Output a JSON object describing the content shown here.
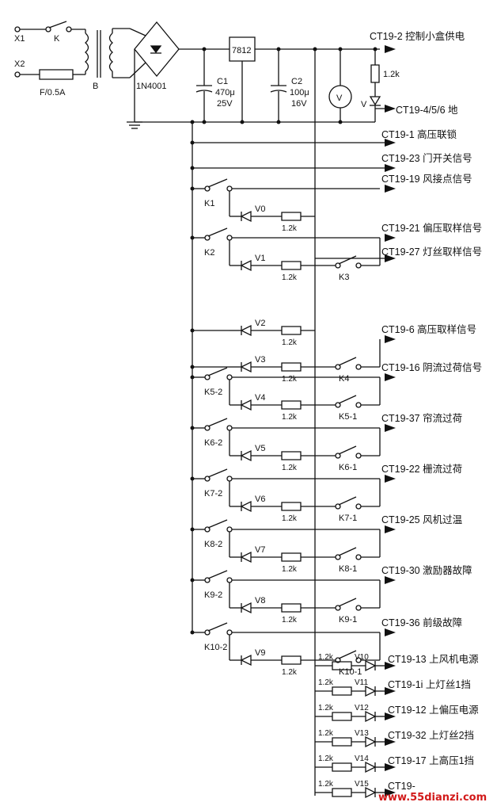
{
  "power": {
    "x1": "X1",
    "x2": "X2",
    "switch_k": "K",
    "fuse": "F/0.5A",
    "transformer": "B",
    "bridge": "1N4001",
    "regulator": "7812",
    "c1_name": "C1",
    "c1_value": "470μ",
    "c1_volt": "25V",
    "c2_name": "C2",
    "c2_value": "100μ",
    "c2_volt": "16V",
    "meter": "V",
    "led_v": "V",
    "res_top": "1.2k"
  },
  "outputs": {
    "supply": "CT19-2 控制小盒供电",
    "ground": "CT19-4/5/6 地"
  },
  "inputs": [
    "CT19-1 高压联锁",
    "CT19-23 门开关信号"
  ],
  "channels": [
    {
      "signal": "CT19-19 风接点信号",
      "switch": "K1",
      "led": "V0",
      "res": "1.2k",
      "sw2": ""
    },
    {
      "signal": "CT19-21 偏压取样信号",
      "switch": "K2",
      "led": "V1",
      "res": "1.2k",
      "sw2": "K3",
      "signal2": "CT19-27 灯丝取样信号"
    },
    {
      "signal": "",
      "switch": "",
      "led": "V2",
      "res": "1.2k",
      "sw2": ""
    },
    {
      "signal": "CT19-6 高压取样信号",
      "switch": "",
      "led": "V3",
      "res": "1.2k",
      "sw2": "K4"
    },
    {
      "signal": "CT19-16 阴流过荷信号",
      "switch": "K5-2",
      "led": "V4",
      "res": "1.2k",
      "sw2": "K5-1"
    },
    {
      "signal": "CT19-37 帘流过荷",
      "switch": "K6-2",
      "led": "V5",
      "res": "1.2k",
      "sw2": "K6-1"
    },
    {
      "signal": "CT19-22 栅流过荷",
      "switch": "K7-2",
      "led": "V6",
      "res": "1.2k",
      "sw2": "K7-1"
    },
    {
      "signal": "CT19-25 风机过温",
      "switch": "K8-2",
      "led": "V7",
      "res": "1.2k",
      "sw2": "K8-1"
    },
    {
      "signal": "CT19-30 激励器故障",
      "switch": "K9-2",
      "led": "V8",
      "res": "1.2k",
      "sw2": "K9-1"
    },
    {
      "signal": "CT19-36 前级故障",
      "switch": "K10-2",
      "led": "V9",
      "res": "1.2k",
      "sw2": "K10-1"
    }
  ],
  "indicators": [
    {
      "res": "1.2k",
      "led": "V10",
      "signal": "CT19-13 上风机电源"
    },
    {
      "res": "1.2k",
      "led": "V11",
      "signal": "CT19-1i 上灯丝1挡"
    },
    {
      "res": "1.2k",
      "led": "V12",
      "signal": "CT19-12 上偏压电源"
    },
    {
      "res": "1.2k",
      "led": "V13",
      "signal": "CT19-32 上灯丝2挡"
    },
    {
      "res": "1.2k",
      "led": "V14",
      "signal": "CT19-17 上高压1挡"
    },
    {
      "res": "1.2k",
      "led": "V15",
      "signal": "CT19-"
    }
  ],
  "watermark": "www.55dianzi.com",
  "colors": {
    "ink": "#111111",
    "watermark": "#d21a1a"
  }
}
